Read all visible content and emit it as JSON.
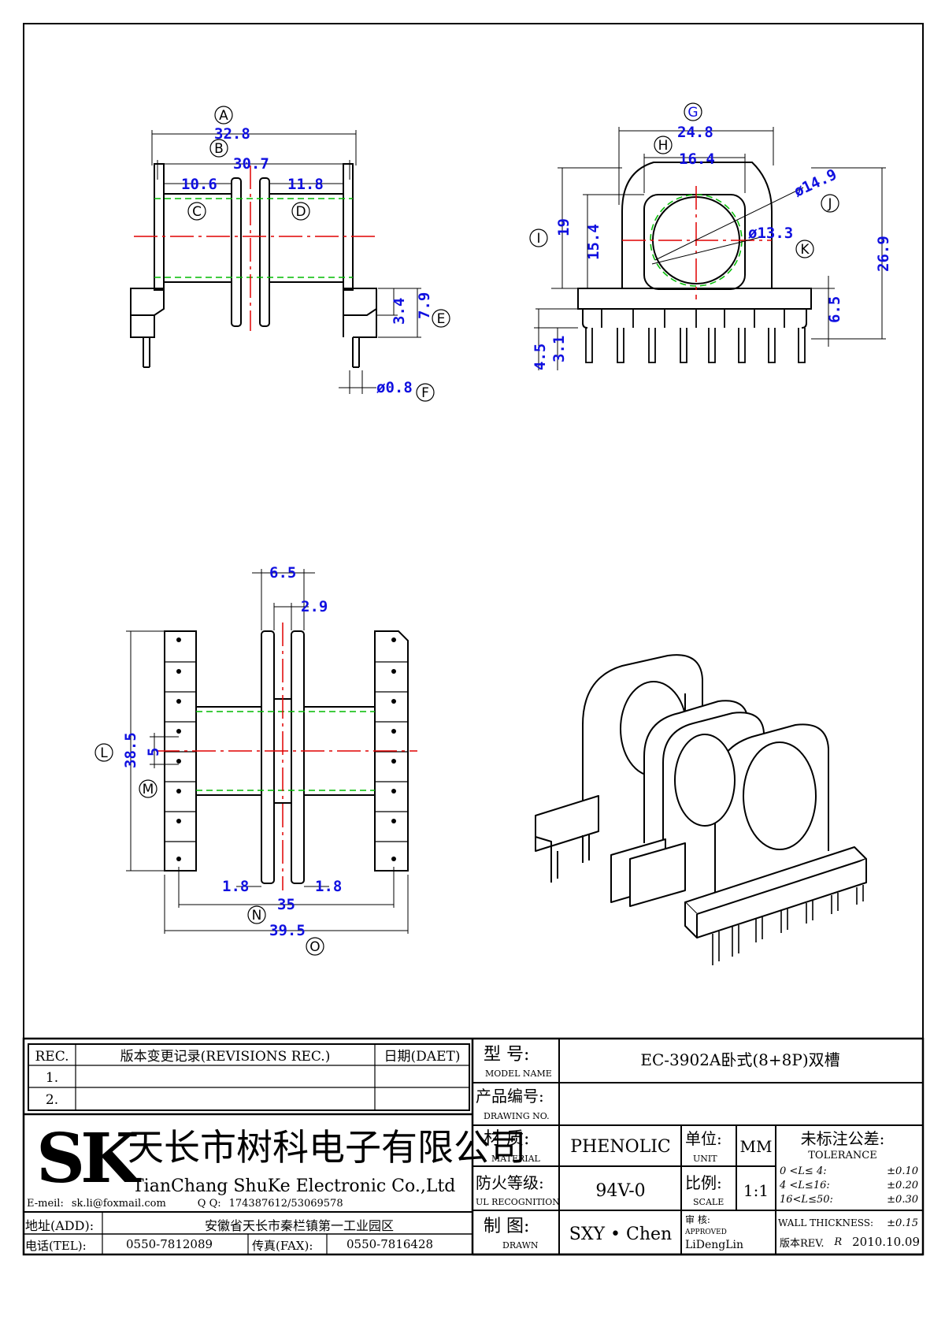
{
  "drawing": {
    "top_left": {
      "dims": {
        "a": "32.8",
        "b": "30.7",
        "c1": "10.6",
        "c2": "11.8",
        "e1": "7.9",
        "e2": "3.4",
        "f": "ø0.8"
      },
      "labels": {
        "a": "A",
        "b": "B",
        "c": "C",
        "d": "D",
        "e": "E",
        "f": "F"
      }
    },
    "top_right": {
      "dims": {
        "g": "24.8",
        "h": "16.4",
        "i": "19",
        "i2": "15.4",
        "j": "ø14.9",
        "k": "ø13.3",
        "h_total": "26.9",
        "p1": "6.5",
        "p2": "4.5",
        "p3": "3.1"
      },
      "labels": {
        "g": "G",
        "h": "H",
        "i": "I",
        "j": "J",
        "k": "K"
      }
    },
    "bottom_left": {
      "dims": {
        "w1": "6.5",
        "w2": "2.9",
        "l": "38.5",
        "m": "5",
        "s1": "1.8",
        "s2": "1.8",
        "n": "35",
        "o": "39.5"
      },
      "labels": {
        "l": "L",
        "m": "M",
        "n": "N",
        "o": "O"
      }
    }
  },
  "title_block": {
    "revisions": {
      "header_rec": "REC.",
      "header_desc": "版本变更记录(REVISIONS REC.)",
      "header_date": "日期(DAET)",
      "rows": [
        "1.",
        "2."
      ]
    },
    "company": {
      "logo": "SK",
      "name_cn": "天长市树科电子有限公司",
      "name_en": "TianChang ShuKe Electronic Co.,Ltd"
    },
    "contact": {
      "addr_label": "地址(ADD):",
      "addr_value": "安徽省天长市秦栏镇第一工业园区",
      "tel_label": "电话(TEL):",
      "tel_value": "0550-7812089",
      "fax_label": "传真(FAX):",
      "fax_value": "0550-7816428",
      "email_label": "E-meil:",
      "email_value": "sk.li@foxmail.com",
      "qq_label": "Q Q:",
      "qq_value": "174387612/53069578"
    },
    "model": {
      "label_cn": "型  号:",
      "label_en": "MODEL NAME",
      "value": "EC-3902A卧式(8+8P)双槽"
    },
    "drawing_no": {
      "label_cn": "产品编号:",
      "label_en": "DRAWING NO.",
      "value": ""
    },
    "material": {
      "label_cn": "材  质:",
      "label_en": "MATERIAL",
      "value": "PHENOLIC"
    },
    "ul": {
      "label_cn": "防火等级:",
      "label_en": "UL RECOGNITION",
      "value": "94V-0"
    },
    "drawn": {
      "label_cn": "制  图:",
      "label_en": "DRAWN",
      "value": "SXY • Chen"
    },
    "approved": {
      "label_cn": "审  核:",
      "label_en": "APPROVED",
      "value": "LiDengLin"
    },
    "unit": {
      "label_cn": "单位:",
      "label_en": "UNIT",
      "value": "MM"
    },
    "scale": {
      "label_cn": "比例:",
      "label_en": "SCALE",
      "value": "1:1"
    },
    "rev": {
      "label": "版本REV.",
      "value": "R"
    },
    "date": "2010.10.09",
    "tolerance": {
      "title_cn": "未标注公差:",
      "title_en": "TOLERANCE",
      "rows": [
        {
          "range": "0 <L≤ 4:",
          "value": "±0.10"
        },
        {
          "range": "4 <L≤16:",
          "value": "±0.20"
        },
        {
          "range": "16<L≤50:",
          "value": "±0.30"
        }
      ],
      "wall_label": "WALL THICKNESS:",
      "wall_value": "±0.15"
    }
  }
}
